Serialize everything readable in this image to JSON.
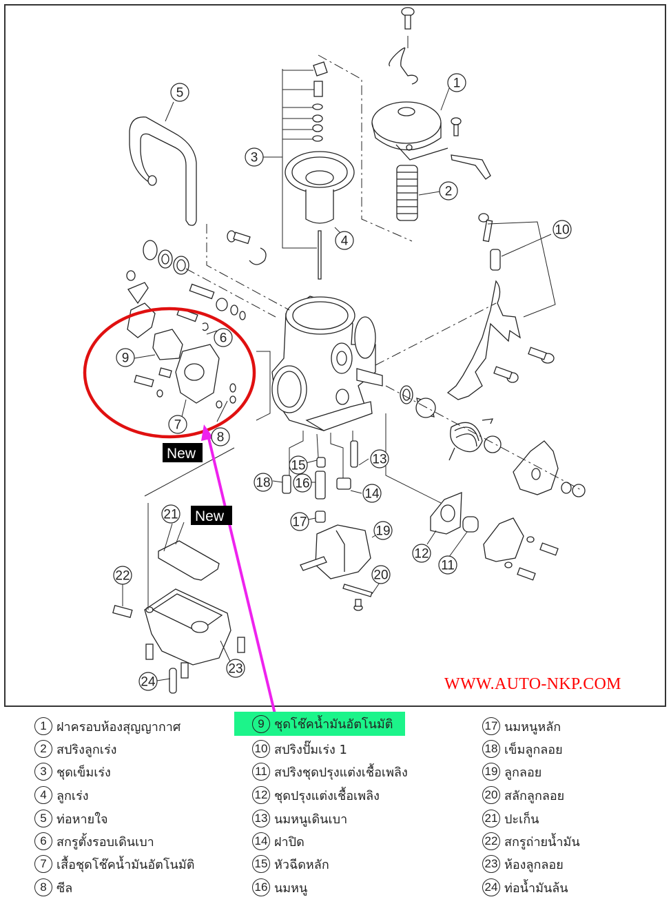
{
  "diagram": {
    "title_watermark": "WWW.AUTO-NKP.COM",
    "watermark_color": "#ff0000",
    "highlight_ellipse_color": "#e01010",
    "arrow_color": "#ee22ee",
    "new_badges": [
      {
        "label": "New",
        "refers_to": "9"
      },
      {
        "label": "New",
        "refers_to": "21"
      }
    ],
    "callouts": [
      "1",
      "2",
      "3",
      "4",
      "5",
      "6",
      "7",
      "8",
      "9",
      "10",
      "11",
      "12",
      "13",
      "14",
      "15",
      "16",
      "17",
      "18",
      "19",
      "20",
      "21",
      "22",
      "23",
      "24"
    ]
  },
  "legend": {
    "highlight_color": "#1cf48a",
    "highlighted_item": "9",
    "columns": [
      [
        {
          "num": "1",
          "label": "ฝาครอบห้องสุญญากาศ"
        },
        {
          "num": "2",
          "label": "สปริงลูกเร่ง"
        },
        {
          "num": "3",
          "label": "ชุดเข็มเร่ง"
        },
        {
          "num": "4",
          "label": "ลูกเร่ง"
        },
        {
          "num": "5",
          "label": "ท่อหายใจ"
        },
        {
          "num": "6",
          "label": "สกรูตั้งรอบเดินเบา"
        },
        {
          "num": "7",
          "label": "เสื้อชุดโช๊คน้ำมันอัตโนมัติ"
        },
        {
          "num": "8",
          "label": "ซีล"
        }
      ],
      [
        {
          "num": "9",
          "label": "ชุดโช๊คน้ำมันอัตโนมัติ"
        },
        {
          "num": "10",
          "label": "สปริงปั๊มเร่ง 1"
        },
        {
          "num": "11",
          "label": "สปริงชุดปรุงแต่งเชื้อเพลิง"
        },
        {
          "num": "12",
          "label": "ชุดปรุงแต่งเชื้อเพลิง"
        },
        {
          "num": "13",
          "label": "นมหนูเดินเบา"
        },
        {
          "num": "14",
          "label": "ฝาปิด"
        },
        {
          "num": "15",
          "label": "หัวฉีดหลัก"
        },
        {
          "num": "16",
          "label": "นมหนู"
        }
      ],
      [
        {
          "num": "17",
          "label": "นมหนูหลัก"
        },
        {
          "num": "18",
          "label": "เข็มลูกลอย"
        },
        {
          "num": "19",
          "label": "ลูกลอย"
        },
        {
          "num": "20",
          "label": "สลักลูกลอย"
        },
        {
          "num": "21",
          "label": "ปะเก็น"
        },
        {
          "num": "22",
          "label": "สกรูถ่ายน้ำมัน"
        },
        {
          "num": "23",
          "label": "ห้องลูกลอย"
        },
        {
          "num": "24",
          "label": "ท่อน้ำมันล้น"
        }
      ]
    ]
  }
}
